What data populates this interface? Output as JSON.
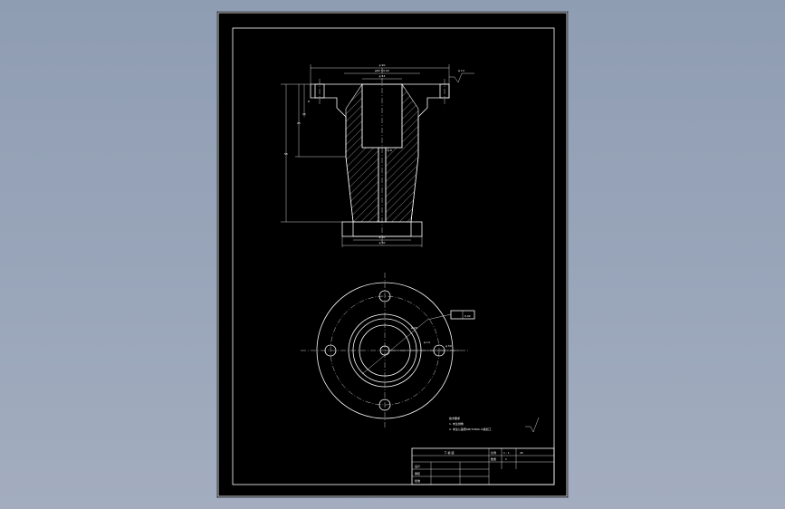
{
  "drawing": {
    "dims": {
      "top_overall": "φ 90",
      "top_inner": "φ60  ±0.02",
      "top_inner2": "φ 44",
      "bore_note": "φ 8",
      "bottom_1": "φ 50",
      "bottom_2": "φ 60",
      "right_note": "φ 14",
      "left_v1": "8",
      "left_v2": "15",
      "left_v3": "25",
      "left_v4": "55"
    },
    "plan_view": {
      "callout_box": "0.02",
      "dim_a": "φ 28",
      "dim_b": "φ 14",
      "dim_c": "φ 50"
    },
    "notes": {
      "title": "技术要求",
      "line1": "1. 未注倒角",
      "line2": "2. 未注公差按GB/T1804-m级加工"
    },
    "title_block": {
      "part_name": "下 模 座",
      "scale_label": "比例",
      "scale": "1 : 1",
      "material": "45",
      "designer": "设计",
      "checker": "审核",
      "approver": "批准",
      "qty_label": "数量",
      "qty": "1"
    }
  }
}
